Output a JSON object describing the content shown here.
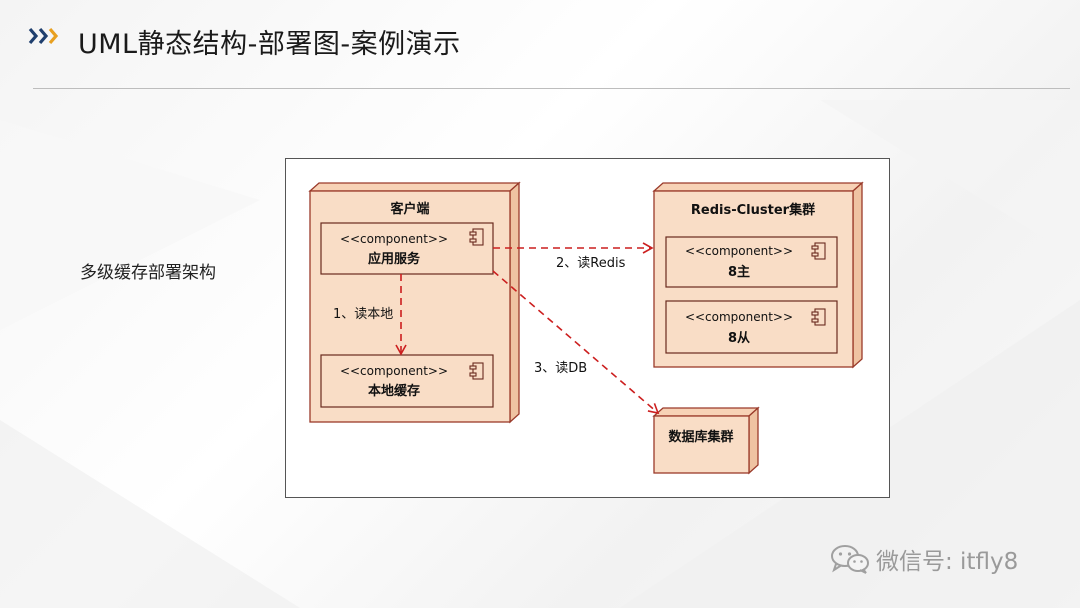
{
  "slide": {
    "title": "UML静态结构-部署图-案例演示",
    "side_label": "多级缓存部署架构",
    "watermark": "微信号: itfly8"
  },
  "colors": {
    "node_fill": "#f9ddc6",
    "node_side": "#efc3a2",
    "node_stroke": "#9a3a2a",
    "edge": "#cc1f1f",
    "chevron_dark": "#1f3f6e",
    "chevron_light": "#e8a020"
  },
  "diagram": {
    "nodes": {
      "client": "客户端",
      "redis_cluster": "Redis-Cluster集群",
      "db_cluster": "数据库集群"
    },
    "components": {
      "app_service": {
        "stereotype": "<<component>>",
        "name": "应用服务"
      },
      "local_cache": {
        "stereotype": "<<component>>",
        "name": "本地缓存"
      },
      "redis_master": {
        "stereotype": "<<component>>",
        "name": "8主"
      },
      "redis_slave": {
        "stereotype": "<<component>>",
        "name": "8从"
      }
    },
    "edges": {
      "read_local": "1、读本地",
      "read_redis": "2、读Redis",
      "read_db": "3、读DB"
    }
  }
}
